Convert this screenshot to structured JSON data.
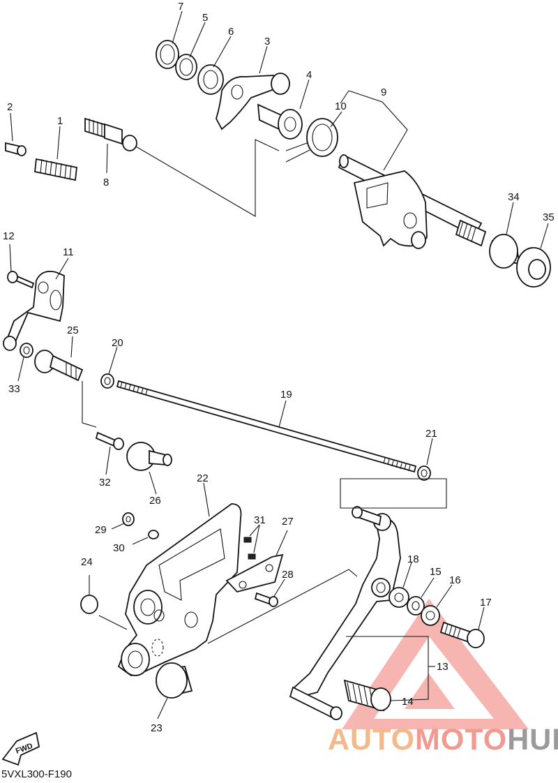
{
  "diagram": {
    "labels": {
      "p1": "1",
      "p2": "2",
      "p3": "3",
      "p4": "4",
      "p5": "5",
      "p6": "6",
      "p7": "7",
      "p8": "8",
      "p9": "9",
      "p10": "10",
      "p11": "11",
      "p12": "12",
      "p13": "13",
      "p14": "14",
      "p15": "15",
      "p16": "16",
      "p17": "17",
      "p18": "18",
      "p19": "19",
      "p20": "20",
      "p21": "21",
      "p22": "22",
      "p23": "23",
      "p24": "24",
      "p25": "25",
      "p26": "26",
      "p27": "27",
      "p28": "28",
      "p29": "29",
      "p30": "30",
      "p31": "31",
      "p32": "32",
      "p33": "33",
      "p34": "34",
      "p35": "35"
    },
    "fwd_label": "FWD",
    "drawing_code": "5VXL300-F190"
  },
  "watermark": {
    "part1": "AUTO",
    "part2": "MOTO",
    "part3": "HUB",
    "colors": {
      "auto": "#f3b98a",
      "moto": "#f29a90",
      "hub": "#9a9a9a",
      "triangle": "#f07a72"
    }
  }
}
